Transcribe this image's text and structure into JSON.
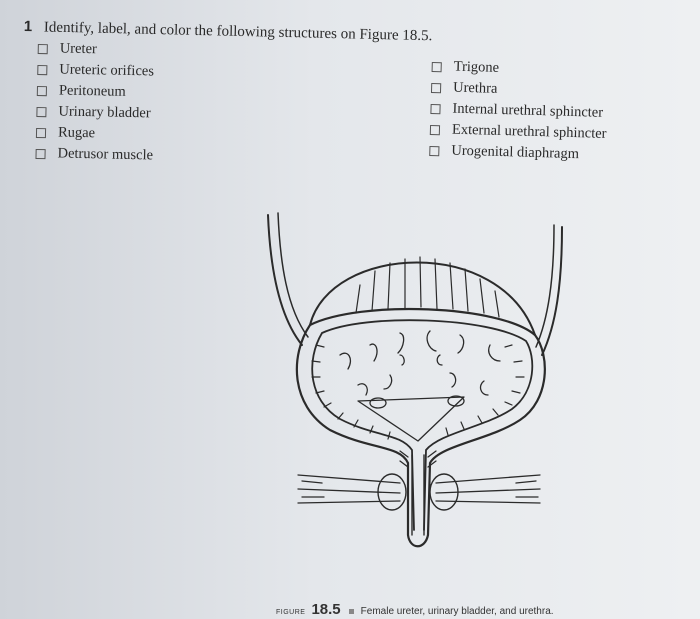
{
  "question": {
    "number": "1",
    "instruction": "Identify, label, and color the following structures on Figure 18.5."
  },
  "checklist_left": [
    "Ureter",
    "Ureteric orifices",
    "Peritoneum",
    "Urinary bladder",
    "Rugae",
    "Detrusor muscle"
  ],
  "checklist_right": [
    "Trigone",
    "Urethra",
    "Internal urethral sphincter",
    "External urethral sphincter",
    "Urogenital diaphragm"
  ],
  "figure": {
    "label": "FIGURE",
    "number": "18.5",
    "caption": "Female ureter, urinary bladder, and urethra."
  }
}
